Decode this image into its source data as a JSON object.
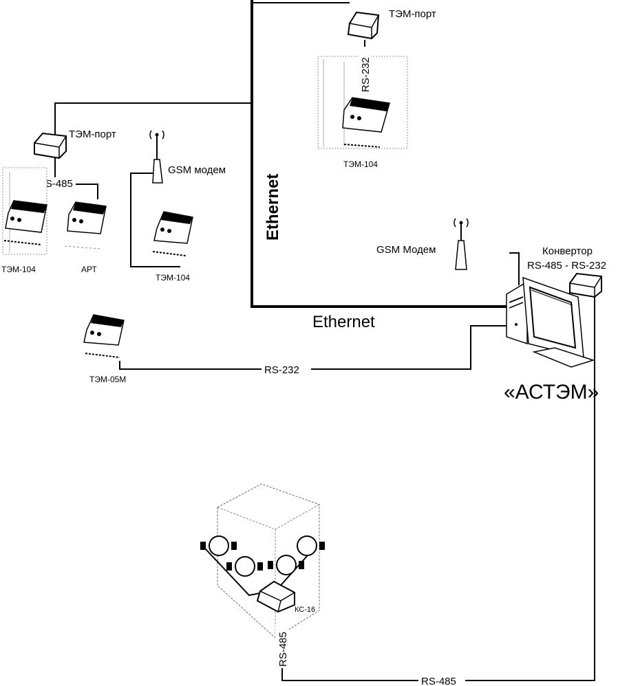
{
  "labels": {
    "tem_port_top": "ТЭМ-порт",
    "rs232_vertical": "RS-232",
    "tem104_top": "ТЭМ-104",
    "tem_port_left": "ТЭМ-порт",
    "rs485_left": "RS-485",
    "tem104_left": "ТЭМ-104",
    "art": "АРТ",
    "gsm_modem_left": "GSM модем",
    "tem104_mid": "ТЭМ-104",
    "ethernet_vertical": "Ethernet",
    "ethernet_horizontal": "Ethernet",
    "gsm_modem_right": "GSM Модем",
    "converter_line1": "Конвертор",
    "converter_line2": "RS-485 - RS-232",
    "astem": "«АСТЭМ»",
    "tem05m": "ТЭМ-05М",
    "rs232_horizontal": "RS-232",
    "ks16": "КС-16",
    "rs485_vertical_bottom": "RS-485",
    "rs485_bottom": "RS-485"
  },
  "colors": {
    "line": "#000000",
    "background": "#ffffff"
  }
}
